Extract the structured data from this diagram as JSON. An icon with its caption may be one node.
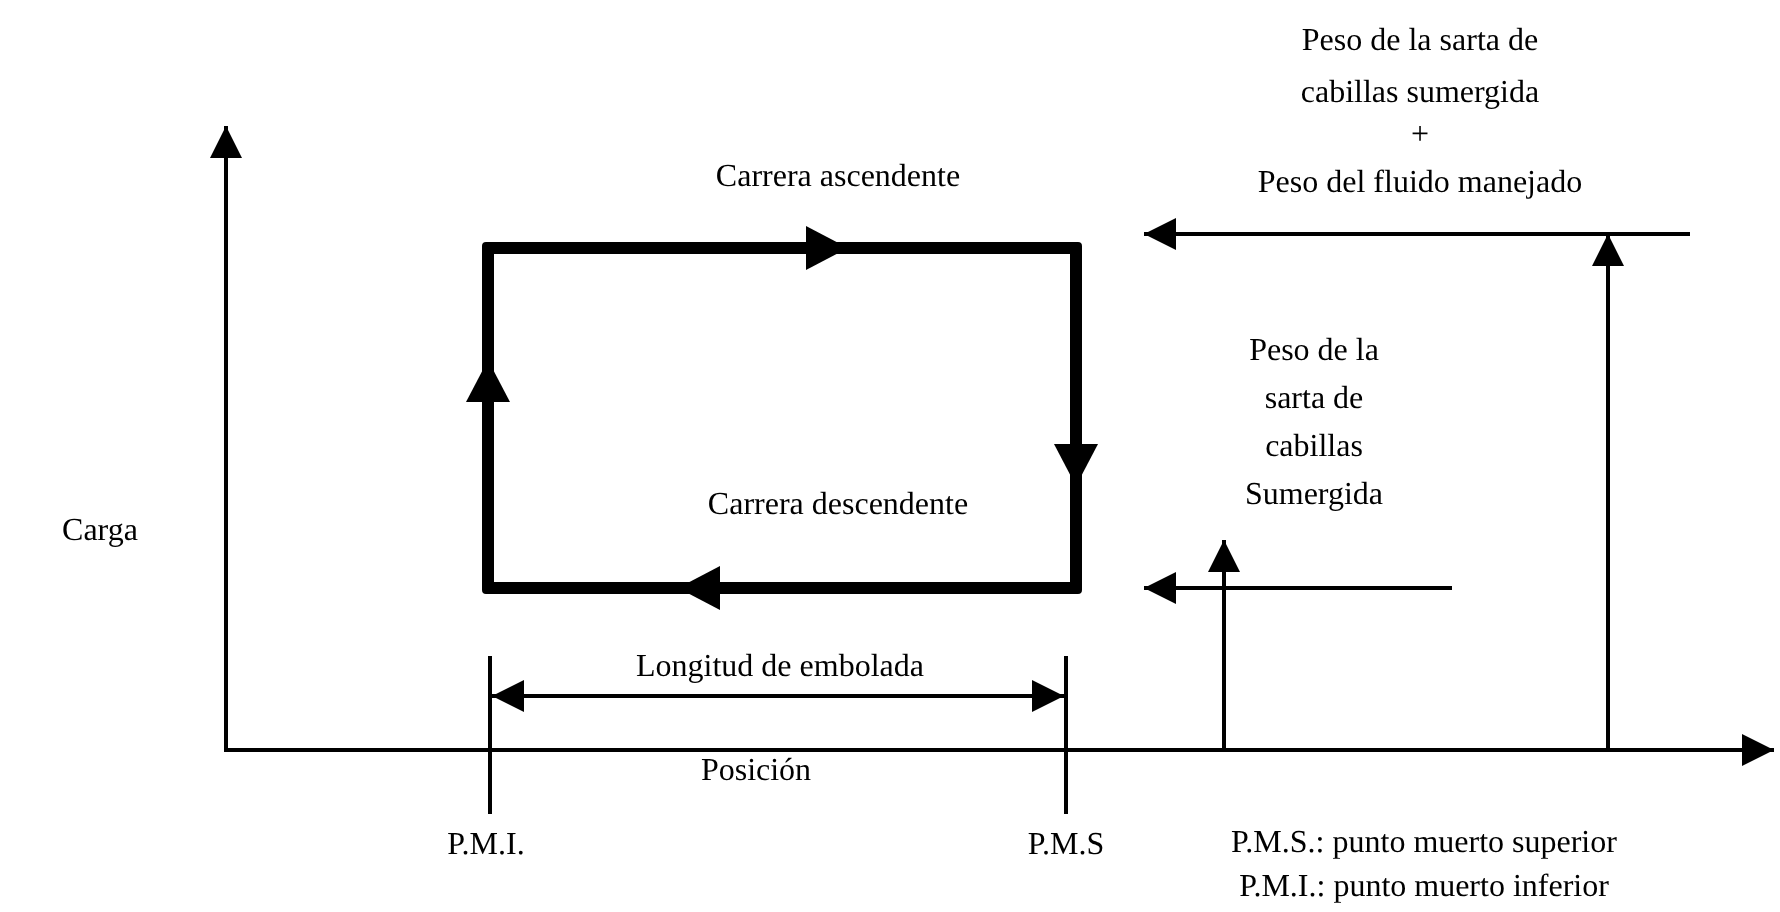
{
  "diagram": {
    "nodes": [
      {
        "text": [
          "Carrera ascendente",
          "Carrera descendente"
        ]
      }
    ],
    "labels": [
      "Peso de la sarta de cabillas sumergida",
      "+",
      "Peso del fluido manejado",
      "Carga",
      "Peso de la sarta de cabillas Sumergida",
      "Longitud de embolada",
      "Posición",
      "P.M.I.",
      "P.M.S",
      "P.M.S.: punto muerto superior",
      "P.M.I.: punto muerto inferior"
    ]
  }
}
